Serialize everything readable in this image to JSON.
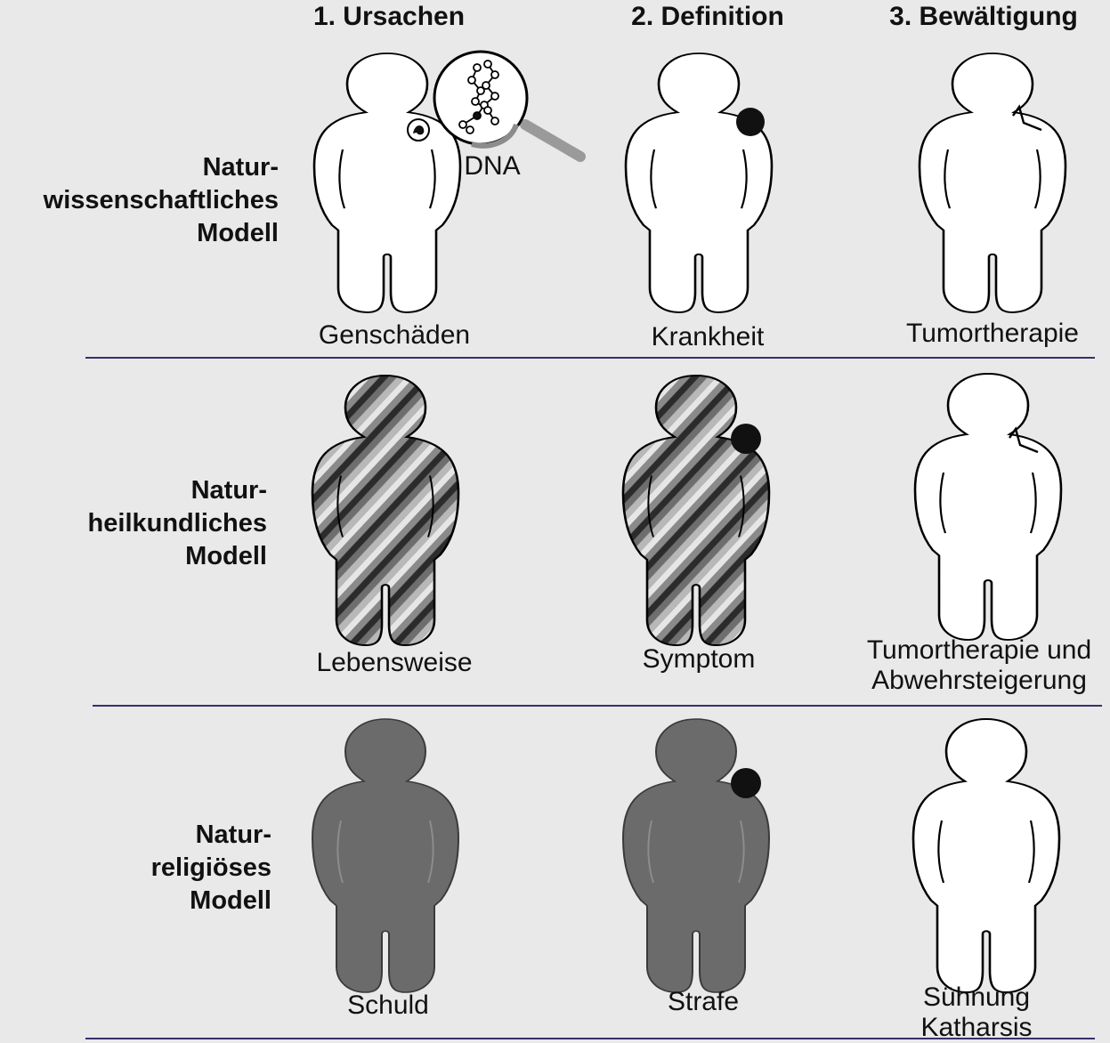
{
  "columns": {
    "c1": "1. Ursachen",
    "c2": "2. Definition",
    "c3": "3. Bewältigung"
  },
  "rows": {
    "r1": [
      "Natur-",
      "wissenschaftliches",
      "Modell"
    ],
    "r2": [
      "Natur-",
      "heilkundliches",
      "Modell"
    ],
    "r3": [
      "Natur-",
      "religiöses",
      "Modell"
    ]
  },
  "labels": {
    "dna": "DNA",
    "r1c1": "Genschäden",
    "r1c2": "Krankheit",
    "r1c3": "Tumortherapie",
    "r2c1": "Lebensweise",
    "r2c2": "Symptom",
    "r2c3": [
      "Tumortherapie und",
      "Abwehrsteigerung"
    ],
    "r3c1": "Schuld",
    "r3c2": "Strafe",
    "r3c3": [
      "Sühnung",
      "Katharsis"
    ]
  },
  "colors": {
    "background": "#e9e9e9",
    "divider": "#3b2d6b",
    "outline": "#000000",
    "gray_fill": "#6b6b6b",
    "stripe_dark": "#2b2b2b",
    "stripe_light": "#e6e6e6",
    "tumor": "#111111",
    "magnifier_handle": "#9a9a9a"
  }
}
